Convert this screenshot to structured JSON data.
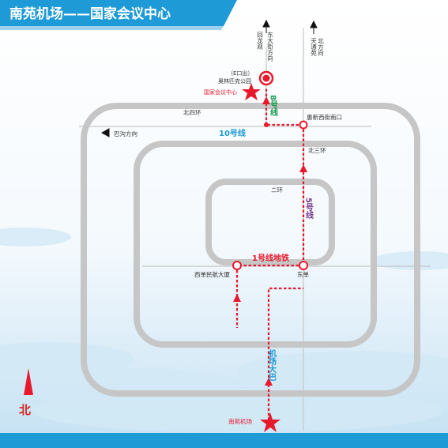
{
  "header": {
    "title": "南苑机场——国家会议中心",
    "color": "#1e9ad6"
  },
  "colors": {
    "ring": "#c6c6c6",
    "route_red": "#e8192c",
    "line10": "#1e9ad6",
    "line8": "#159a4b",
    "line5": "#7a3a8e",
    "label_dark": "#333333",
    "bottom_bar": "#1e9ad6"
  },
  "roads": {
    "left_top": "回龙观",
    "left_bottom": "东大街方向",
    "right_top": "天通苑",
    "right_bottom": "北方向",
    "west_direction": "巴沟方向"
  },
  "rings": {
    "north_4th": "北四环",
    "north_3rd": "北三环",
    "second": "二环"
  },
  "stations": {
    "olympic_exit": "（E口出）",
    "olympic_name": "奥林匹克公园",
    "convention_center": "国家会议中心",
    "huixin": "惠新西街南口",
    "xidan": "西单民航大厦",
    "dongdan": "东单",
    "nanyuan_airport": "南苑机场"
  },
  "lines": {
    "line8": "8号线",
    "line10": "10号线",
    "line5": "5号线",
    "line1": "1号线地铁",
    "airport_bus": "机场大巴"
  },
  "compass": {
    "north": "北"
  }
}
